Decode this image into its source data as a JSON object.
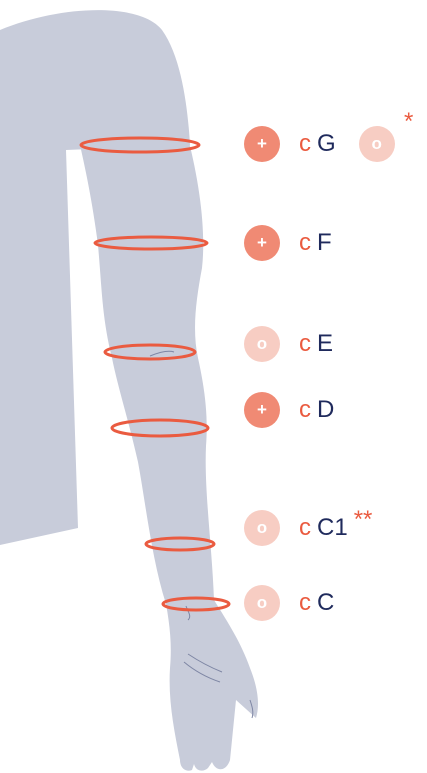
{
  "colors": {
    "arm_fill": "#c8ccda",
    "arm_line": "#7e86a4",
    "ring": "#ea5b40",
    "badge_plus": "#f08a74",
    "badge_o": "#f7cdc3",
    "prefix_text": "#ea5b40",
    "code_text": "#1f2a5c"
  },
  "measurements": [
    {
      "id": "g",
      "badge": "+",
      "badge_type": "plus",
      "prefix": "c",
      "code": "G",
      "extra_badge": "o",
      "extra_star": "*"
    },
    {
      "id": "f",
      "badge": "+",
      "badge_type": "plus",
      "prefix": "c",
      "code": "F"
    },
    {
      "id": "e",
      "badge": "o",
      "badge_type": "o",
      "prefix": "c",
      "code": "E"
    },
    {
      "id": "d",
      "badge": "+",
      "badge_type": "plus",
      "prefix": "c",
      "code": "D"
    },
    {
      "id": "c1",
      "badge": "o",
      "badge_type": "o",
      "prefix": "c",
      "code": "C1",
      "stars": "**"
    },
    {
      "id": "c",
      "badge": "o",
      "badge_type": "o",
      "prefix": "c",
      "code": "C"
    }
  ]
}
